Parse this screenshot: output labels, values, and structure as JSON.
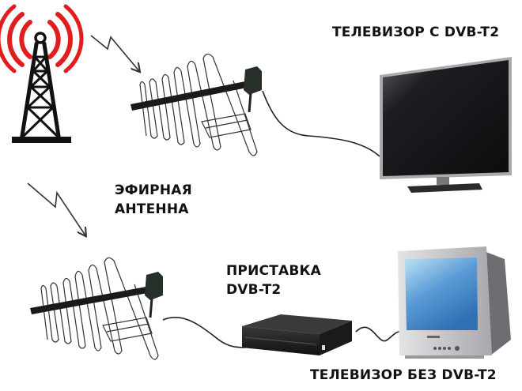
{
  "labels": {
    "tv_with_dvbt2": "ТЕЛЕВИЗОР С DVB-T2",
    "antenna_line1": "ЭФИРНАЯ",
    "antenna_line2": "АНТЕННА",
    "settop_line1": "ПРИСТАВКА",
    "settop_line2": "DVB-T2",
    "tv_without_dvbt2": "ТЕЛЕВИЗОР БЕЗ DVB-T2"
  },
  "colors": {
    "signal_waves": "#e01e1e",
    "tower": "#111111",
    "lcd_screen": "#1a1a1c",
    "crt_screen": "#4a8ed0",
    "crt_body": "#c8c8cc"
  },
  "icons": [
    "broadcast-tower-icon",
    "signal-arrow-icon",
    "antenna-icon",
    "lcd-tv-icon",
    "set-top-box-icon",
    "crt-tv-icon"
  ]
}
